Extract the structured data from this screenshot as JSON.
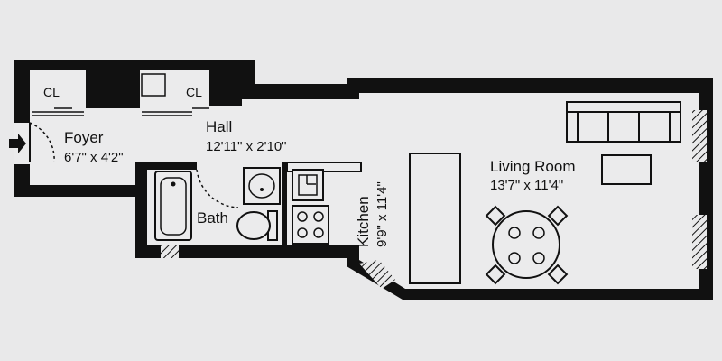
{
  "rooms": {
    "foyer": {
      "name": "Foyer",
      "dims": "6'7\" x 4'2\""
    },
    "hall": {
      "name": "Hall",
      "dims": "12'11\" x 2'10\""
    },
    "living": {
      "name": "Living Room",
      "dims": "13'7\" x 11'4\""
    },
    "kitchen": {
      "name": "Kitchen",
      "dims": "9'9\" x 11'4\""
    },
    "bath": {
      "name": "Bath"
    }
  },
  "closets": {
    "left": "CL",
    "right": "CL"
  },
  "colors": {
    "wall": "#111111",
    "floor": "#ebebec",
    "background": "#e9e9ea"
  }
}
